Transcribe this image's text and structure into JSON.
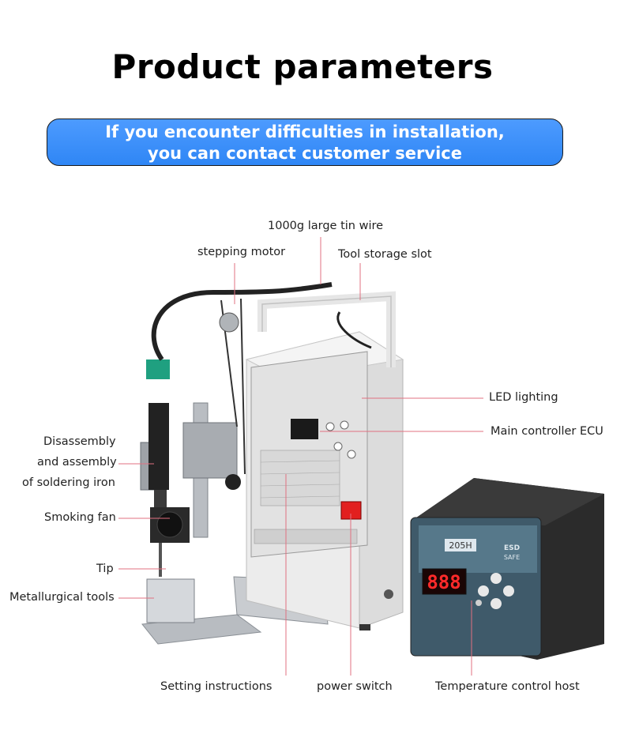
{
  "title": "Product parameters",
  "banner": {
    "line1": "If you encounter difficulties in installation,",
    "line2": "you can contact customer service"
  },
  "labels": {
    "tin_wire": "1000g large tin wire",
    "stepping_motor": "stepping motor",
    "tool_slot": "Tool storage slot",
    "led": "LED lighting",
    "ecu": "Main controller ECU",
    "disassembly_1": "Disassembly",
    "disassembly_2": "and assembly",
    "disassembly_3": "of soldering iron",
    "fan": "Smoking fan",
    "tip": "Tip",
    "metallurgical": "Metallurgical tools",
    "settings": "Setting instructions",
    "power": "power switch",
    "temp_host": "Temperature control host"
  },
  "device_text": {
    "model": "205H",
    "display": "888",
    "esd": "ESD",
    "safe": "SAFE"
  },
  "colors": {
    "leader_line": "#e07080",
    "banner_blue": "#3b8cf7"
  }
}
